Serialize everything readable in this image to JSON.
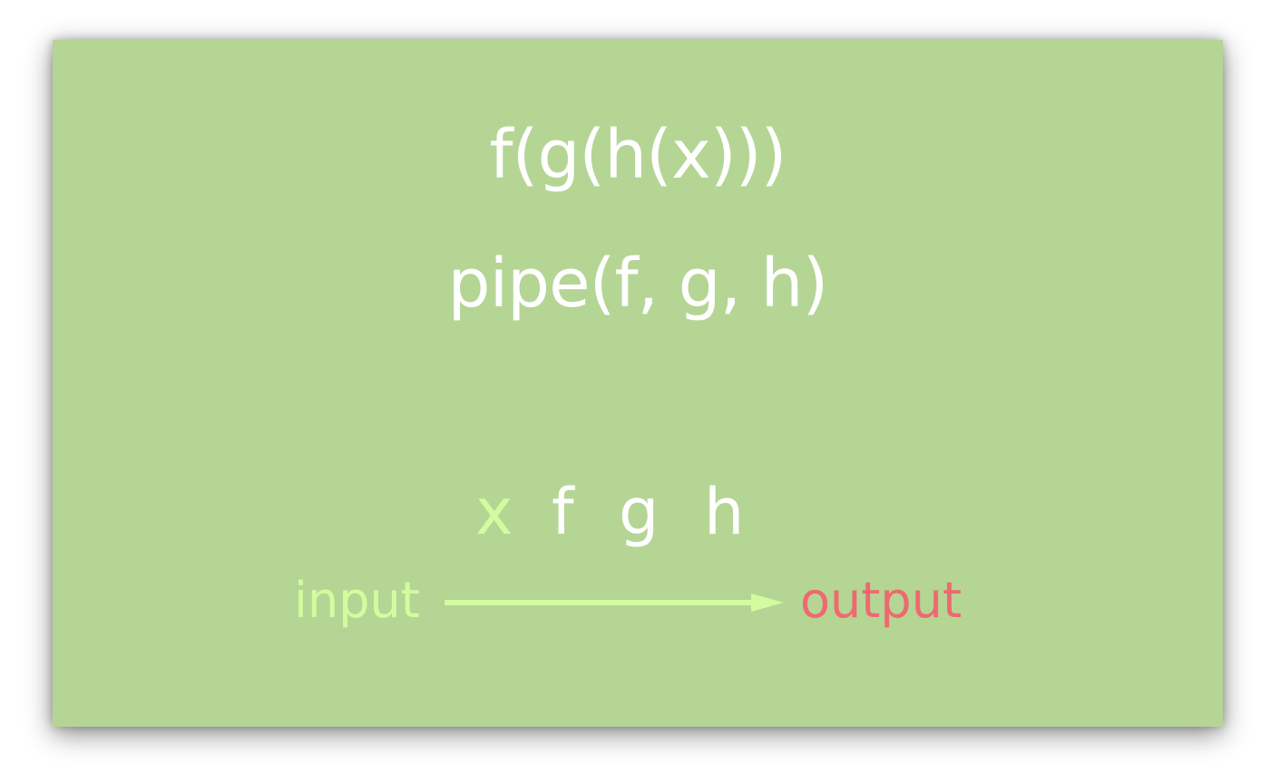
{
  "expressions": {
    "nested": "f(g(h(x)))",
    "pipe": "pipe(f, g, h)"
  },
  "sequence": {
    "x": "x",
    "f": "f",
    "g": "g",
    "h": "h"
  },
  "flow": {
    "input_label": "input",
    "output_label": "output"
  },
  "colors": {
    "background": "#b5d595",
    "text": "#ffffff",
    "input": "#d3fca0",
    "arrow": "#d3fca0",
    "output": "#ee6970"
  }
}
